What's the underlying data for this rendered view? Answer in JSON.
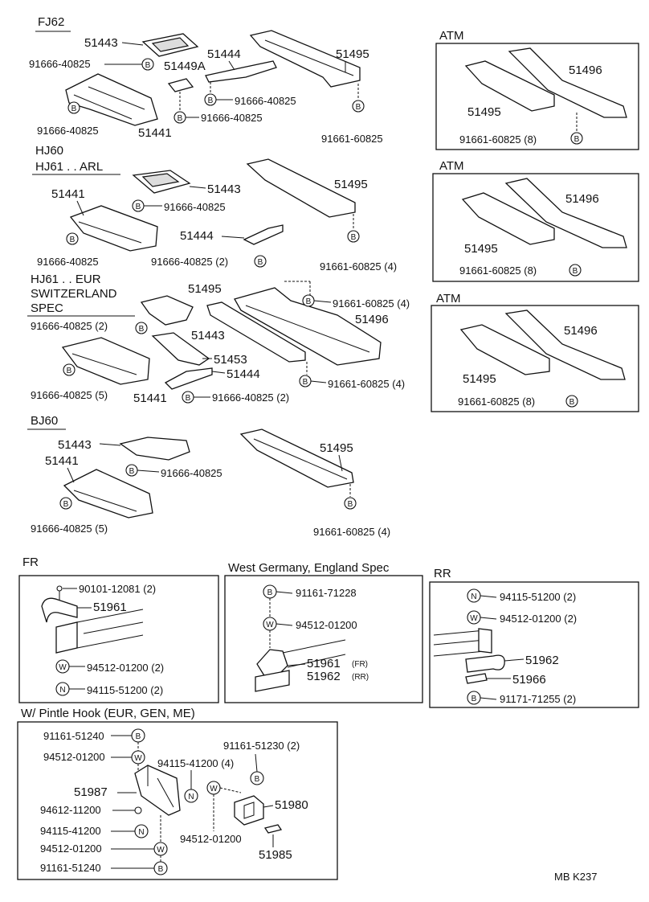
{
  "headers": {
    "fj62": "FJ62",
    "hj60": "HJ60",
    "hj61_arl": "HJ61 . . ARL",
    "hj61_eur": "HJ61 . . EUR",
    "switzerland": "SWITZERLAND",
    "spec": "SPEC",
    "bj60": "BJ60",
    "atm1": "ATM",
    "atm2": "ATM",
    "atm3": "ATM",
    "fr": "FR",
    "wg": "West Germany, England Spec",
    "rr": "RR",
    "pintle": "W/ Pintle Hook (EUR, GEN, ME)"
  },
  "marks": {
    "b": "B",
    "w": "W",
    "n": "N"
  },
  "fj62": {
    "p51443": "51443",
    "bolt1": "91666-40825",
    "p51449a": "51449A",
    "p51444": "51444",
    "p51495": "51495",
    "bolt2": "91666-40825",
    "bolt3": "91666-40825",
    "bolt4": "91666-40825",
    "p51441": "51441",
    "bolt5": "91661-60825"
  },
  "atm1": {
    "p51496": "51496",
    "p51495": "51495",
    "bolt": "91661-60825 (8)"
  },
  "hj60": {
    "p51441": "51441",
    "p51443": "51443",
    "bolt1": "91666-40825",
    "p51495": "51495",
    "p51444": "51444",
    "bolt2": "91666-40825",
    "bolt3": "91666-40825 (2)",
    "bolt4": "91661-60825 (4)"
  },
  "atm2": {
    "p51496": "51496",
    "p51495": "51495",
    "bolt": "91661-60825 (8)"
  },
  "hj61eur": {
    "p51495": "51495",
    "bolt1": "91661-60825 (4)",
    "bolt2": "91666-40825 (2)",
    "p51443": "51443",
    "p51496": "51496",
    "p51453": "51453",
    "p51444": "51444",
    "bolt3": "91661-60825 (4)",
    "bolt4": "91666-40825 (5)",
    "p51441": "51441",
    "bolt5": "91666-40825 (2)"
  },
  "atm3": {
    "p51496": "51496",
    "p51495": "51495",
    "bolt": "91661-60825 (8)"
  },
  "bj60": {
    "p51443": "51443",
    "p51441": "51441",
    "bolt1": "91666-40825",
    "p51495": "51495",
    "bolt2": "91666-40825 (5)",
    "bolt3": "91661-60825 (4)"
  },
  "fr": {
    "bolt": "90101-12081 (2)",
    "p51961": "51961",
    "washer": "94512-01200 (2)",
    "nut": "94115-51200 (2)"
  },
  "wg": {
    "bolt": "91161-71228",
    "washer": "94512-01200",
    "p51961": "51961",
    "p51961s": "(FR)",
    "p51962": "51962",
    "p51962s": "(RR)"
  },
  "rr": {
    "nut": "94115-51200 (2)",
    "washer": "94512-01200 (2)",
    "p51962": "51962",
    "p51966": "51966",
    "bolt": "91171-71255 (2)"
  },
  "pintle": {
    "b1": "91161-51240",
    "w1": "94512-01200",
    "p51987": "51987",
    "w2": "94612-11200",
    "n1": "94115-41200",
    "w3": "94512-01200",
    "b2": "91161-51240",
    "b3": "91161-51230 (2)",
    "n2": "94115-41200 (4)",
    "p51980": "51980",
    "w4": "94512-01200",
    "p51985": "51985"
  },
  "footer": "MB  K237"
}
